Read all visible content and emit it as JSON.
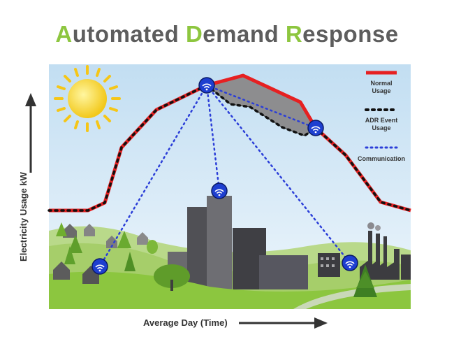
{
  "title": {
    "a": "A",
    "b": "utomated ",
    "c": "D",
    "d": "emand ",
    "e": "R",
    "f": "esponse"
  },
  "axes": {
    "y": "Electricity Usage kW",
    "x": "Average Day (Time)"
  },
  "legend": {
    "normal": [
      "Normal",
      "Usage"
    ],
    "adr": [
      "ADR Event",
      "Usage"
    ],
    "comm": "Communication"
  },
  "colors": {
    "normal": "#e62021",
    "adr": "#111111",
    "comm": "#2b3ed8",
    "accent": "#8dc63f",
    "node": "#1e3fd0"
  },
  "icons": [
    "sun-icon",
    "wifi-node-icon",
    "factory-icon",
    "house-icon",
    "tree-icon"
  ]
}
